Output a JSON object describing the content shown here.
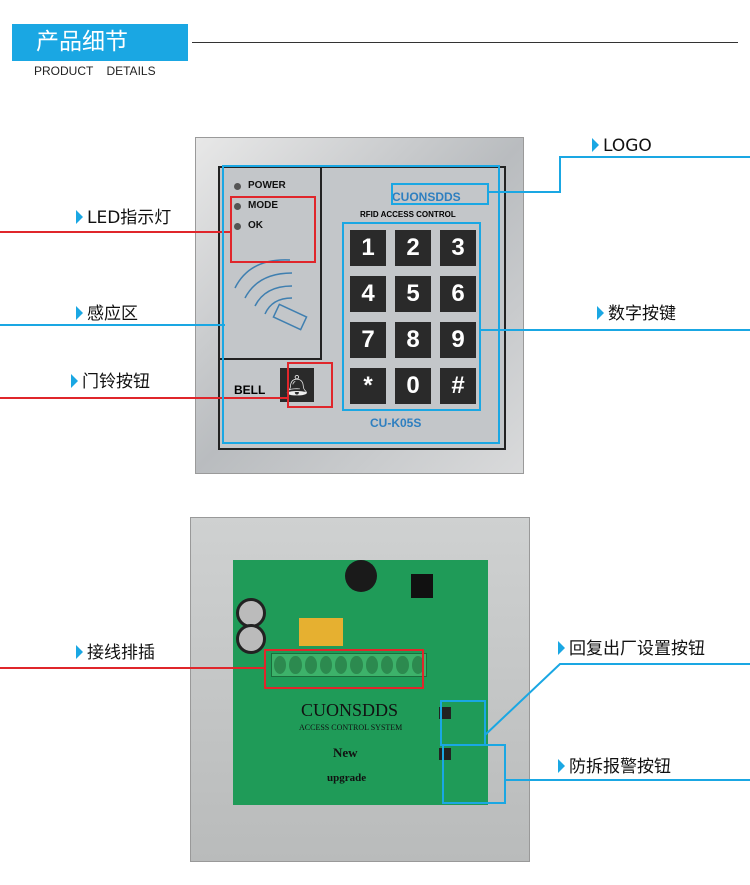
{
  "header": {
    "title": "产品细节",
    "subtitle": "PRODUCT DETAILS"
  },
  "front_panel": {
    "brand": "CUONSDDS",
    "product_line": "RFID ACCESS CONTROL",
    "model": "CU-K05S",
    "leds": [
      "POWER",
      "MODE",
      "OK"
    ],
    "bell_label": "BELL",
    "keys": [
      "1",
      "2",
      "3",
      "4",
      "5",
      "6",
      "7",
      "8",
      "9",
      "*",
      "0",
      "#"
    ]
  },
  "back_panel": {
    "brand": "CUONSDDS",
    "system": "ACCESS CONTROL SYSTEM",
    "line1": "New",
    "line2": "upgrade"
  },
  "callouts": {
    "led": "LED指示灯",
    "sensor": "感应区",
    "bell": "门铃按钮",
    "logo": "LOGO",
    "keypad": "数字按键",
    "terminal": "接线排插",
    "reset": "回复出厂设置按钮",
    "tamper": "防拆报警按钮"
  },
  "colors": {
    "accent": "#1aa7e3",
    "red": "#e0262b",
    "pcb": "#1f9b58"
  }
}
